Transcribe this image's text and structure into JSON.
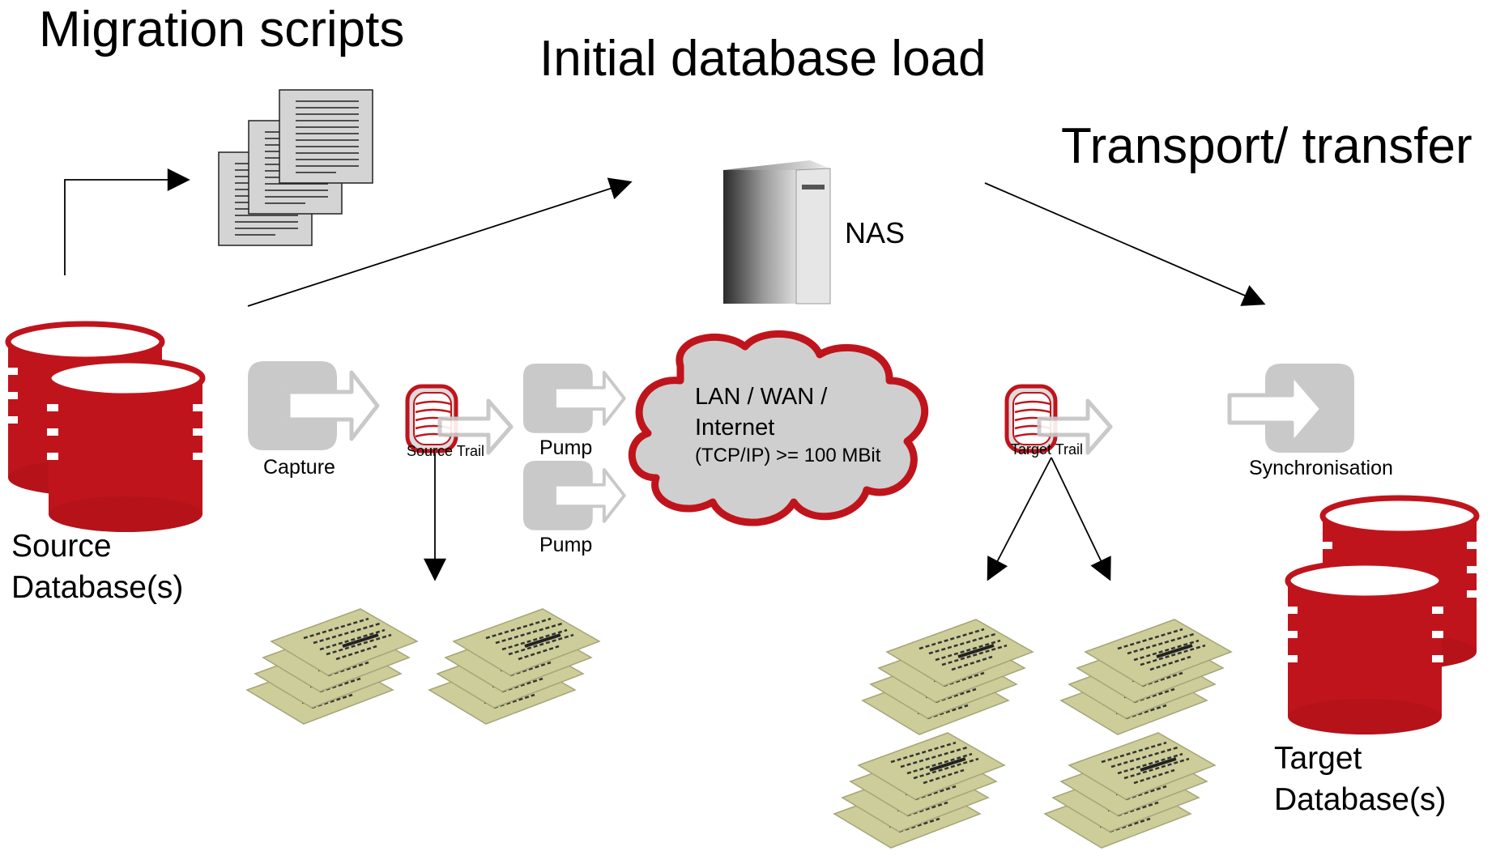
{
  "headings": {
    "migration_scripts": "Migration scripts",
    "initial_load": "Initial database load",
    "transport": "Transport/ transfer"
  },
  "nodes": {
    "nas": "NAS",
    "capture": "Capture",
    "source_trail": "Source Trail",
    "pump_1": "Pump",
    "pump_2": "Pump",
    "target_trail": "Target Trail",
    "synchronisation": "Synchronisation",
    "source_db_line1": "Source",
    "source_db_line2": "Database(s)",
    "target_db_line1": "Target",
    "target_db_line2": "Database(s)"
  },
  "network": {
    "line1": "LAN / WAN /",
    "line2": "Internet",
    "line3": "(TCP/IP) >= 100 MBit"
  },
  "colors": {
    "db_red": "#c0141c",
    "db_dark": "#8a0c12",
    "process_gray": "#c9c9c9",
    "cloud_fill": "#cfcfcf",
    "cloud_edge": "#c0141c",
    "trail_file": "#cbcb97",
    "script_page": "#d4d4d4"
  }
}
